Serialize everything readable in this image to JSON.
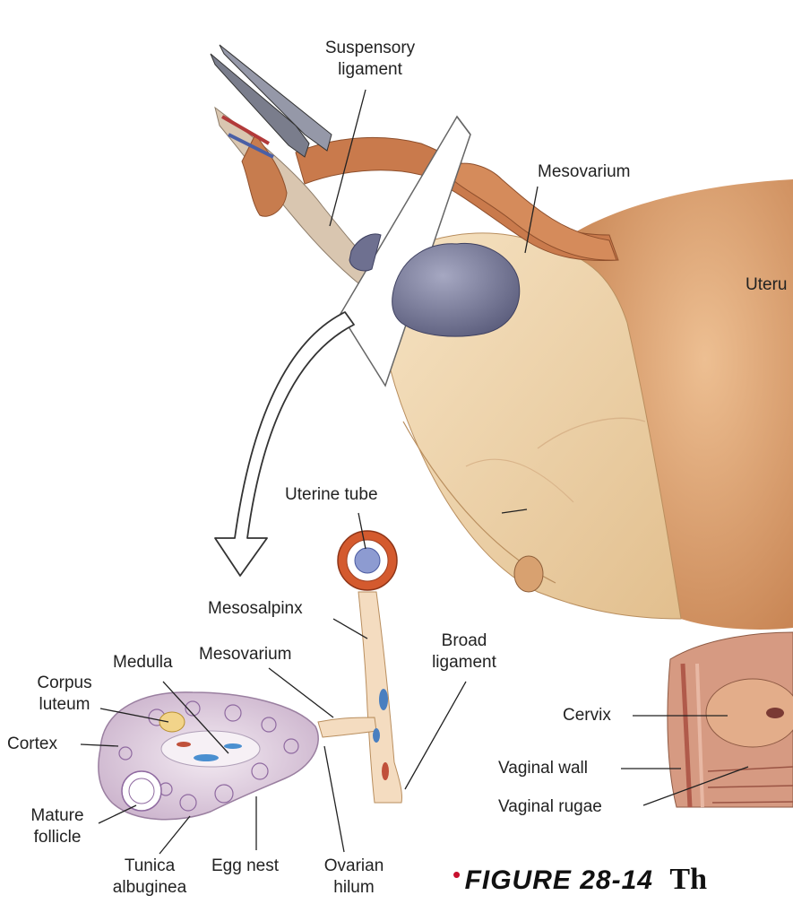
{
  "labels": {
    "suspensory_ligament": [
      "Suspensory",
      "ligament"
    ],
    "mesovarium_top": "Mesovarium",
    "uterus_partial": "Uteru",
    "uterine_tube": "Uterine tube",
    "mesosalpinx": "Mesosalpinx",
    "broad_ligament": [
      "Broad",
      "ligament"
    ],
    "medulla": "Medulla",
    "mesovarium_bottom": "Mesovarium",
    "corpus_luteum": [
      "Corpus",
      "luteum"
    ],
    "cortex": "Cortex",
    "mature_follicle": [
      "Mature",
      "follicle"
    ],
    "tunica_albuginea": [
      "Tunica",
      "albuginea"
    ],
    "egg_nest": "Egg nest",
    "ovarian_hilum": [
      "Ovarian",
      "hilum"
    ],
    "cervix": "Cervix",
    "vaginal_wall": "Vaginal wall",
    "vaginal_rugae": "Vaginal rugae"
  },
  "caption": {
    "bullet": "•",
    "figure_number": "FIGURE 28-14",
    "text": "Th"
  },
  "colors": {
    "broad_ligament": "#e9cfa3",
    "uterus": "#e0a677",
    "uterine_tube": "#c97a4c",
    "ovary": "#7d7f9c",
    "leader_line": "#222222",
    "caption_bullet": "#c8102e"
  }
}
